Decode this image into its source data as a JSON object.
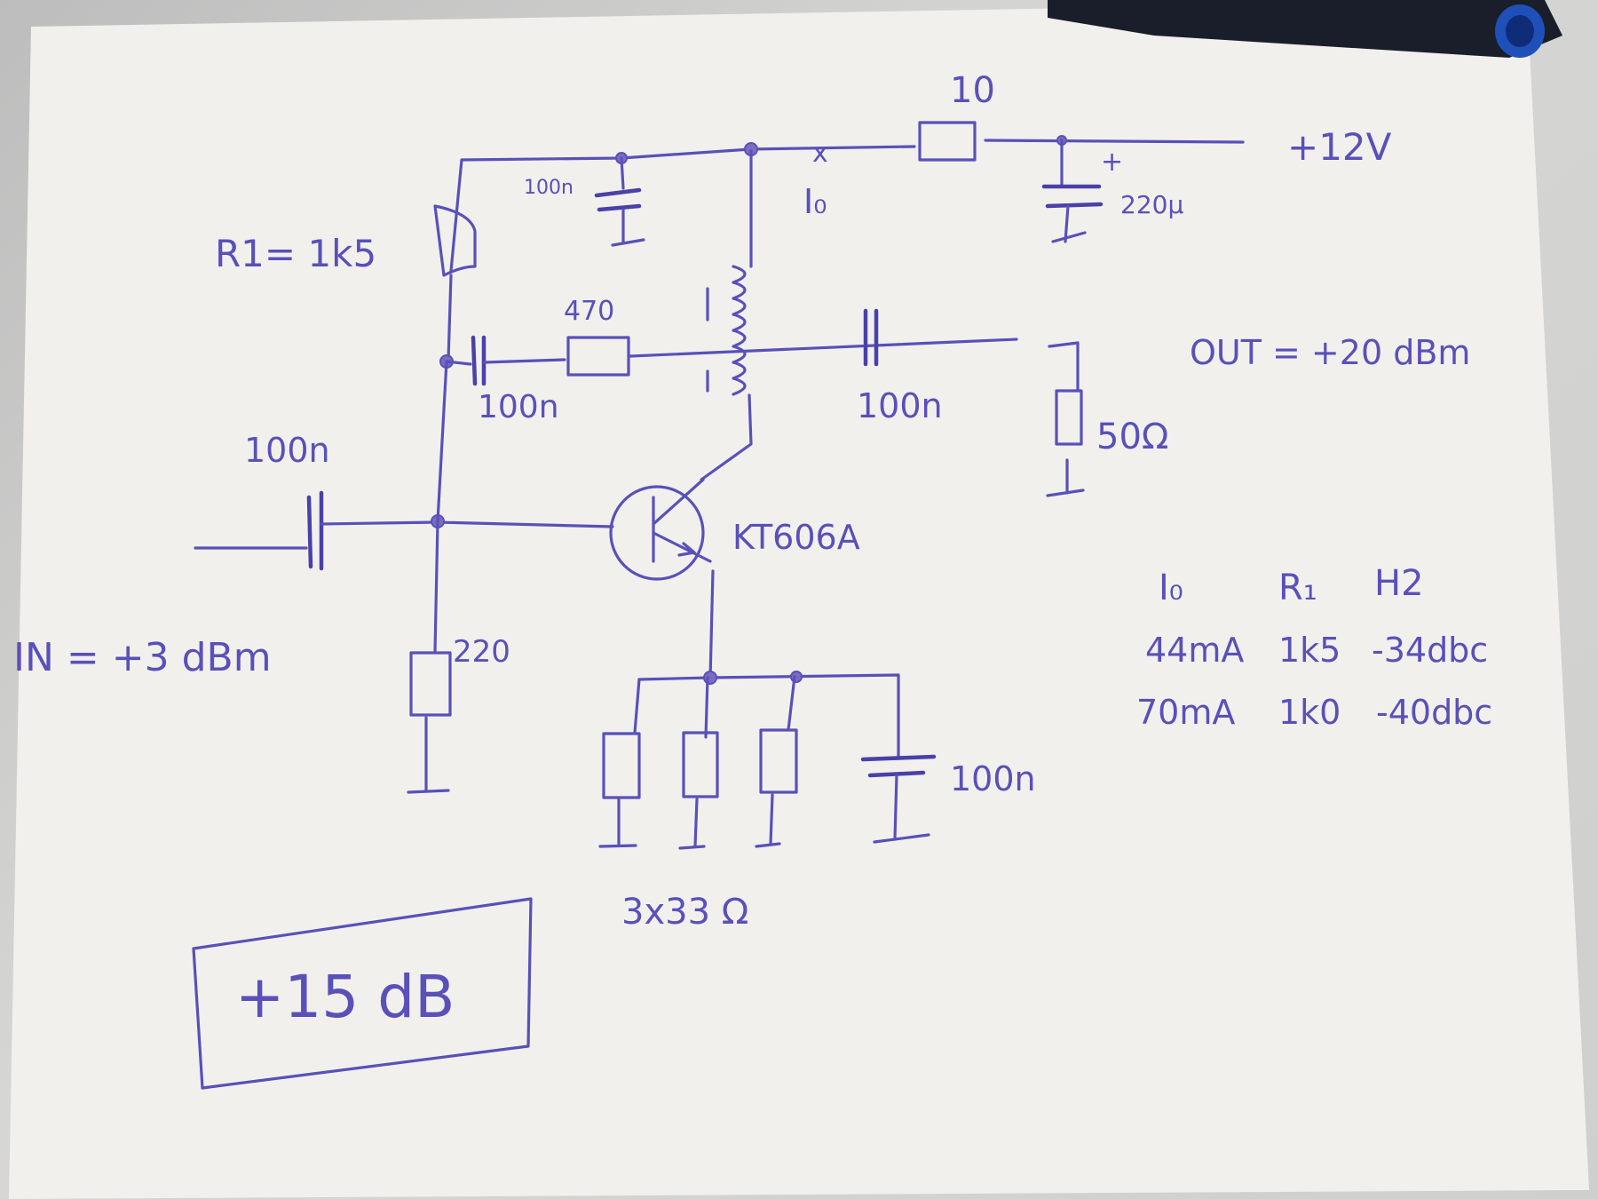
{
  "title": "Hand-drawn RF amplifier schematic (KT606A)",
  "colors": {
    "ink": "#5a50b8",
    "paper": "#f0efec",
    "background": "#c8c8c6"
  },
  "labels": {
    "supply_voltage": "+12V",
    "supply_resistor": "10",
    "supply_cap": "220µ",
    "supply_cap_polarity": "+",
    "current_marker": "x",
    "current_label": "I₀",
    "decoupling_cap": "100n",
    "r1_label": "R1=  1k5",
    "feedback_resistor": "470",
    "feedback_cap": "100n",
    "input_cap": "100n",
    "output_cap": "100n",
    "load_resistor": "50Ω",
    "bias_resistor": "220",
    "transistor": "KT606A",
    "emitter_resistors": "3x33 Ω",
    "emitter_cap": "100n",
    "input_level": "IN = +3 dBm",
    "output_level": "OUT = +20 dBm",
    "gain_box": "+15 dB"
  },
  "table": {
    "headers": [
      "I₀",
      "R₁",
      "H2"
    ],
    "rows": [
      [
        "44mA",
        "1k5",
        "-34dbc"
      ],
      [
        "70mA",
        "1k0",
        "-40dbc"
      ]
    ]
  }
}
